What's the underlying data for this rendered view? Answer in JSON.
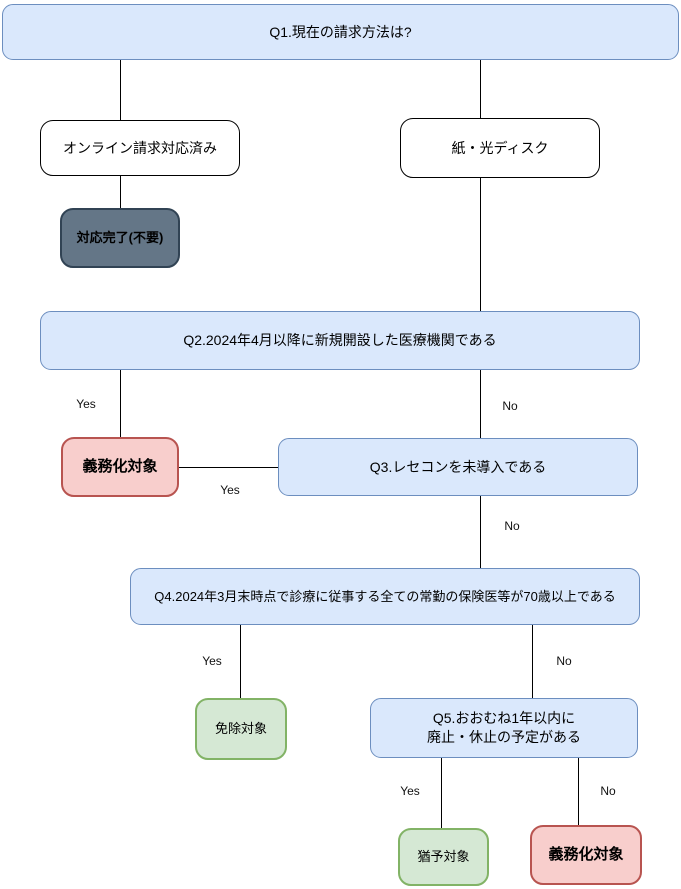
{
  "flowchart": {
    "q1": {
      "label": "Q1.現在の請求方法は?"
    },
    "online_ready": {
      "label": "オンライン請求対応済み"
    },
    "paper_disc": {
      "label": "紙・光ディスク"
    },
    "completed": {
      "label": "対応完了(不要)"
    },
    "q2": {
      "label": "Q2.2024年4月以降に新規開設した医療機関である",
      "yes": "Yes",
      "no": "No"
    },
    "obligated_top": {
      "label": "義務化対象"
    },
    "q3": {
      "label": "Q3.レセコンを未導入である",
      "yes": "Yes",
      "no": "No"
    },
    "q4": {
      "label": "Q4.2024年3月末時点で診療に従事する全ての常勤の保険医等が70歳以上である",
      "yes": "Yes",
      "no": "No"
    },
    "exempt": {
      "label": "免除対象"
    },
    "q5": {
      "line1": "Q5.おおむね1年以内に",
      "line2": "廃止・休止の予定がある",
      "yes": "Yes",
      "no": "No"
    },
    "deferred": {
      "label": "猶予対象"
    },
    "obligated_bottom": {
      "label": "義務化対象"
    },
    "colors": {
      "question_fill": "#dae8fc",
      "question_border": "#6c8ebf",
      "plain_fill": "#ffffff",
      "plain_border": "#000000",
      "gray_fill": "#647687",
      "gray_border": "#314354",
      "red_fill": "#f8cecc",
      "red_border": "#b85450",
      "green_fill": "#d5e8d4",
      "green_border": "#82b366",
      "edge_color": "#000000"
    }
  }
}
